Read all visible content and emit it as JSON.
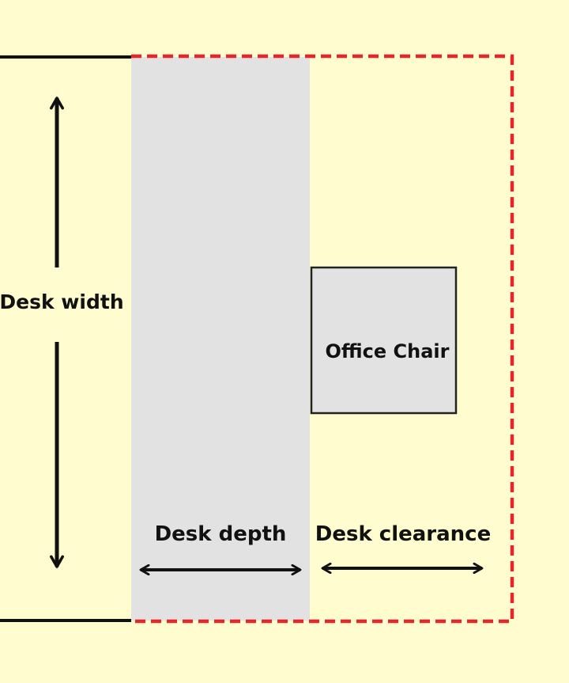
{
  "diagram": {
    "labels": {
      "desk_width": "Desk width",
      "office_chair": "Office Chair",
      "desk_depth": "Desk depth",
      "desk_clearance": "Desk clearance"
    },
    "colors": {
      "background": "#fffdd0",
      "desk_fill": "#e2e2e2",
      "chair_fill": "#e2e2e2",
      "clearance_border": "#e8262a",
      "line": "#111111"
    }
  }
}
